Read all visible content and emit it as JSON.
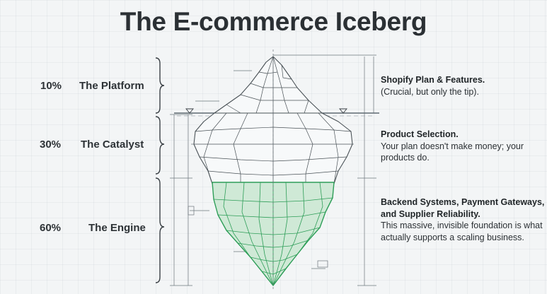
{
  "title": "The E-commerce Iceberg",
  "tiers": [
    {
      "percent": "10%",
      "name": "The Platform",
      "heading": "Shopify Plan & Features.",
      "text": "(Crucial, but only the tip)."
    },
    {
      "percent": "30%",
      "name": "The Catalyst",
      "heading": "Product Selection.",
      "text": "Your plan doesn't make money; your products do."
    },
    {
      "percent": "60%",
      "name": "The Engine",
      "heading": "Backend Systems, Payment Gateways, and Supplier Reliability.",
      "text": "This massive, invisible foundation is what actually supports a scaling business."
    }
  ],
  "colors": {
    "ice_stroke": "#4a5257",
    "ice_fill": "#f7f9fa",
    "engine_fill": "#cfe9d6",
    "engine_stroke": "#2e9e58",
    "water_line": "#5f6b72"
  }
}
